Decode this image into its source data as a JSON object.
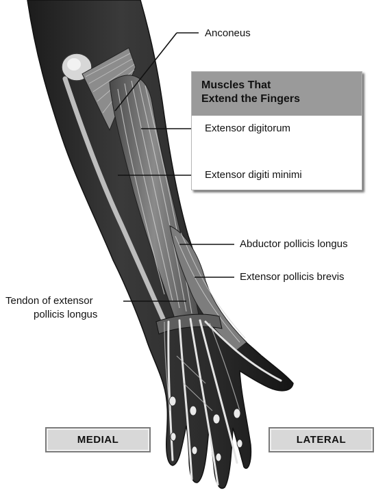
{
  "title_box": {
    "heading": "Muscles That\nExtend the Fingers"
  },
  "labels": {
    "anconeus": "Anconeus",
    "extensor_digitorum": "Extensor digitorum",
    "extensor_digiti_minimi": "Extensor digiti minimi",
    "abductor_pollicis_longus": "Abductor pollicis longus",
    "extensor_pollicis_brevis": "Extensor pollicis brevis",
    "tendon_line1": "Tendon of extensor",
    "tendon_line2": "pollicis longus"
  },
  "orientation": {
    "medial": "MEDIAL",
    "lateral": "LATERAL"
  },
  "colors": {
    "limb_dark": "#2b2b2b",
    "muscle_mid": "#6e6e6e",
    "tendon_light": "#e2e2e2",
    "header_gray": "#9a9a9a"
  }
}
